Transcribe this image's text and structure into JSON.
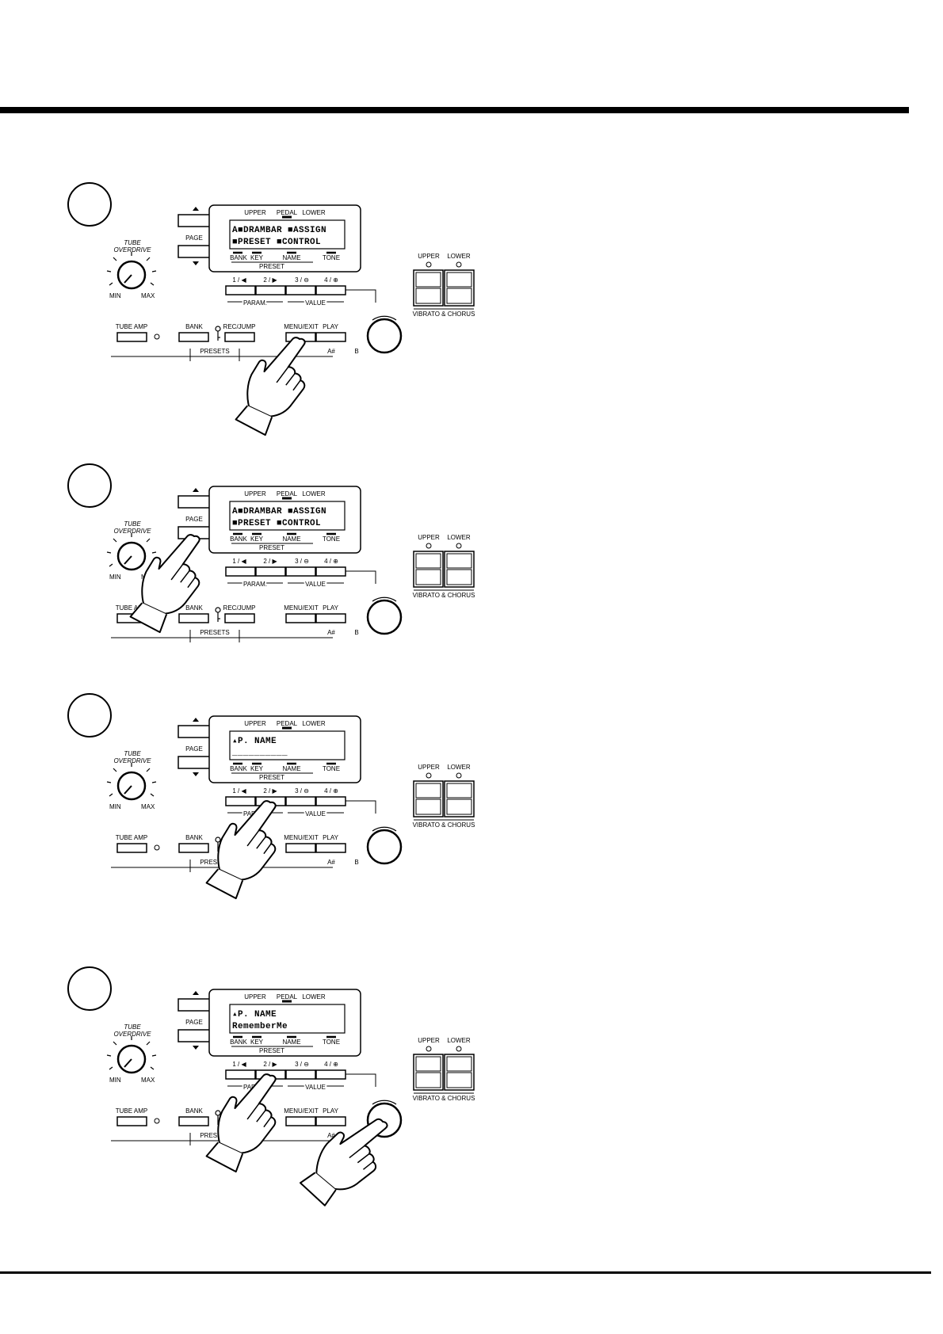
{
  "panel": {
    "tube": "TUBE",
    "overdrive": "OVERDRIVE",
    "min": "MIN",
    "max": "MAX",
    "page": "PAGE",
    "upper": "UPPER",
    "pedal": "PEDAL",
    "lower": "LOWER",
    "bank": "BANK",
    "key": "KEY",
    "name": "NAME",
    "tone": "TONE",
    "preset": "PRESET",
    "b1": "1 / ◀",
    "b2": "2 / ▶",
    "b3": "3 / ⊖",
    "b4": "4 / ⊕",
    "param": "PARAM.",
    "value": "VALUE",
    "tube_amp": "TUBE AMP",
    "bank_btn": "BANK",
    "rec_jump": "REC/JUMP",
    "menu_exit": "MENU/EXIT",
    "play": "PLAY",
    "presets": "PRESETS",
    "a_mark": "A#",
    "b_mark": "B",
    "vib_upper": "UPPER",
    "vib_lower": "LOWER",
    "vibrato_chorus": "VIBRATO & CHORUS"
  },
  "steps": [
    {
      "lcd_line1": "A■DRAMBAR  ■ASSIGN",
      "lcd_line2": "  ■PRESET   ■CONTROL",
      "hand": "menu-exit"
    },
    {
      "lcd_line1": "A■DRAMBAR  ■ASSIGN",
      "lcd_line2": "  ■PRESET   ■CONTROL",
      "hand": "page-down"
    },
    {
      "lcd_line1": "▴P. NAME",
      "lcd_line2": " __________",
      "hand": "button-2"
    },
    {
      "lcd_line1": "▴P. NAME",
      "lcd_line2": " RememberMe",
      "hand": "button-2-and-dial"
    }
  ]
}
